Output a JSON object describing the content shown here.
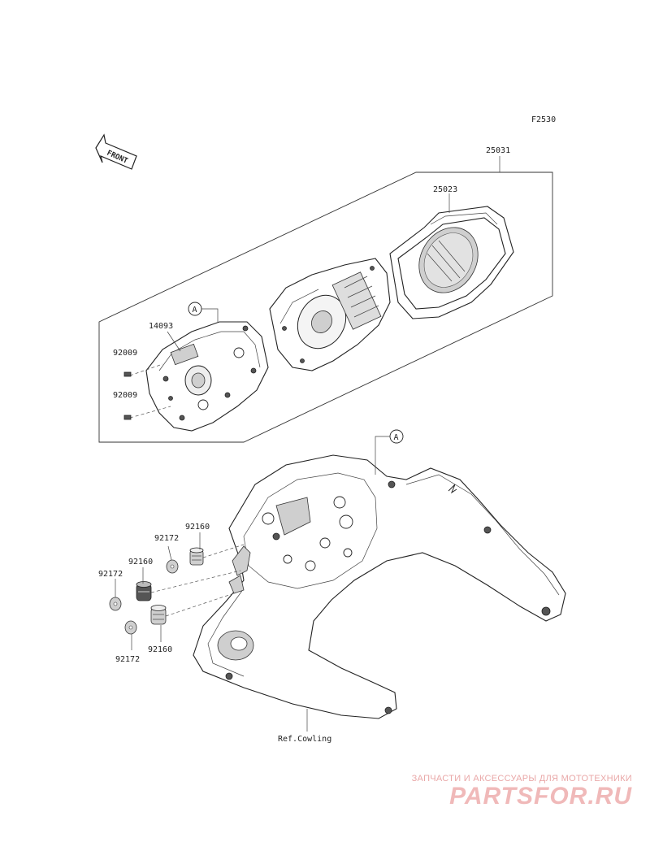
{
  "diagram": {
    "code": "F2530",
    "front_label": "FRONT",
    "ref_label": "Ref.Cowling",
    "callout_letter": "A",
    "parts": {
      "p25031": "25031",
      "p25023": "25023",
      "p14093": "14093",
      "p92009a": "92009",
      "p92009b": "92009",
      "p92160a": "92160",
      "p92160b": "92160",
      "p92160c": "92160",
      "p92172a": "92172",
      "p92172b": "92172",
      "p92172c": "92172"
    }
  },
  "watermark": {
    "tagline": "ЗАПЧАСТИ И АКСЕССУАРЫ ДЛЯ МОТОТЕХНИКИ",
    "brand": "PARTSFOR.RU"
  }
}
